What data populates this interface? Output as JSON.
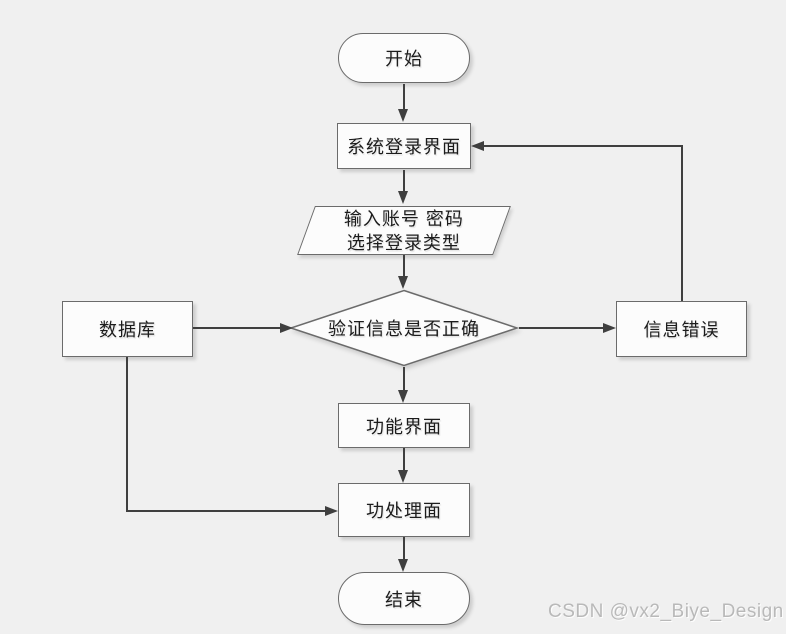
{
  "palette": {
    "bg": "#f0f0f0",
    "fill": "#fcfcfc",
    "stroke": "#6b6b6b",
    "line": "#3f3f3f",
    "ink": "#1c1c1c",
    "wm": "#b9b9b9"
  },
  "nodes": {
    "start": {
      "label": "开始",
      "shape": "stadium"
    },
    "login": {
      "label": "系统登录界面",
      "shape": "rect"
    },
    "input": {
      "shape": "parallelogram",
      "lines": [
        "输入账号 密码",
        "选择登录类型"
      ]
    },
    "decision": {
      "label": "验证信息是否正确",
      "shape": "diamond"
    },
    "database": {
      "label": "数据库",
      "shape": "rect"
    },
    "error": {
      "label": "信息错误",
      "shape": "rect"
    },
    "function": {
      "label": "功能界面",
      "shape": "rect"
    },
    "process": {
      "label": "功处理面",
      "shape": "rect"
    },
    "end": {
      "label": "结束",
      "shape": "stadium"
    }
  },
  "edges": [
    {
      "from": "start",
      "to": "login"
    },
    {
      "from": "login",
      "to": "input"
    },
    {
      "from": "input",
      "to": "decision"
    },
    {
      "from": "database",
      "to": "decision"
    },
    {
      "from": "decision",
      "to": "error"
    },
    {
      "from": "error",
      "to": "login"
    },
    {
      "from": "decision",
      "to": "function"
    },
    {
      "from": "function",
      "to": "process"
    },
    {
      "from": "database",
      "to": "process"
    },
    {
      "from": "process",
      "to": "end"
    }
  ],
  "watermark": {
    "text": "CSDN @vx2_Biye_Design",
    "color": "#b9b9b9"
  }
}
